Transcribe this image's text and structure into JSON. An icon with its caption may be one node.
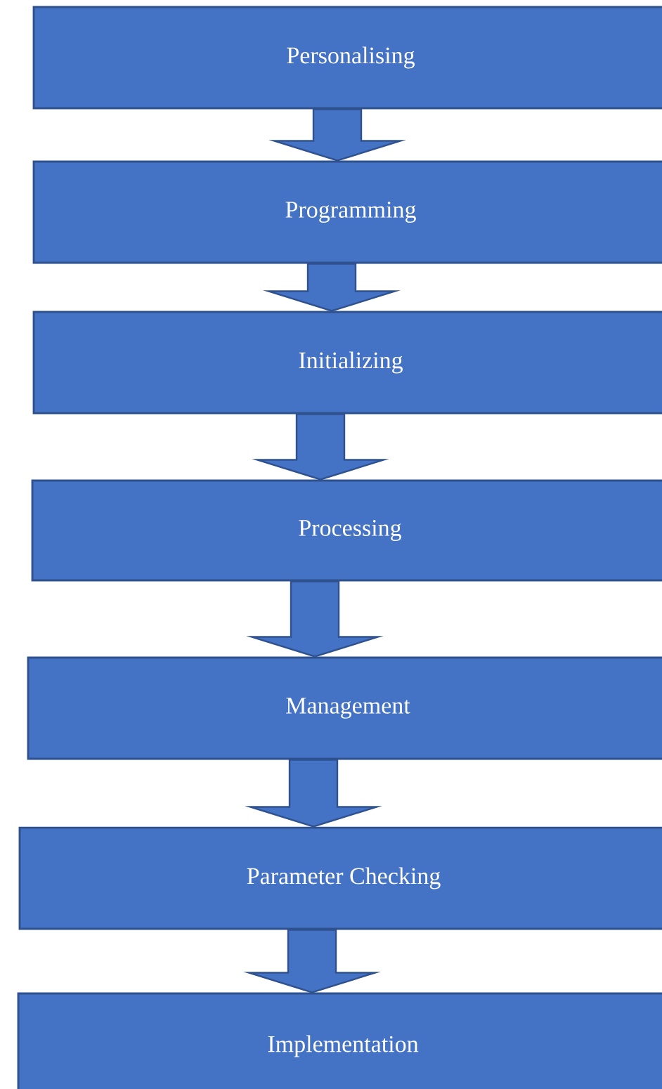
{
  "diagram": {
    "nodes": [
      {
        "text": [
          "Personalising"
        ]
      },
      {
        "text": [
          "Programming"
        ]
      },
      {
        "text": [
          "Initializing"
        ]
      },
      {
        "text": [
          "Processing"
        ]
      },
      {
        "text": [
          "Management"
        ]
      },
      {
        "text": [
          "Parameter Checking"
        ]
      },
      {
        "text": [
          "Implementation"
        ]
      }
    ],
    "edges": [
      {
        "from": 0,
        "to": 1,
        "arrow": "to"
      },
      {
        "from": 1,
        "to": 2,
        "arrow": "to"
      },
      {
        "from": 2,
        "to": 3,
        "arrow": "to"
      },
      {
        "from": 3,
        "to": 4,
        "arrow": "to"
      },
      {
        "from": 4,
        "to": 5,
        "arrow": "to"
      },
      {
        "from": 5,
        "to": 6,
        "arrow": "to"
      }
    ]
  }
}
